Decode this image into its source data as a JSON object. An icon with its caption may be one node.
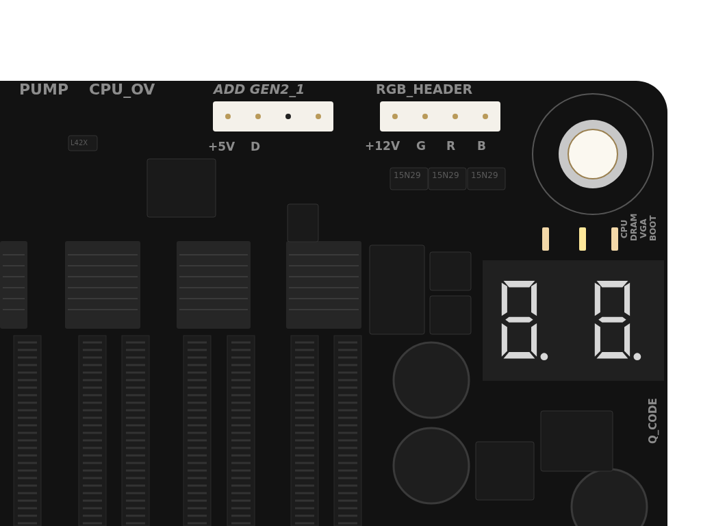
{
  "diagram": {
    "labels": [
      "PUMP",
      "CPU_OV",
      "ADD GEN2_1",
      "RGB_HEADER",
      "+5V",
      "D",
      "+12V",
      "G",
      "R",
      "B",
      "L42X",
      "15N29",
      "15N29",
      "15N29",
      "CPU",
      "DRAM",
      "VGA",
      "BOOT",
      "Q_CODE"
    ]
  }
}
